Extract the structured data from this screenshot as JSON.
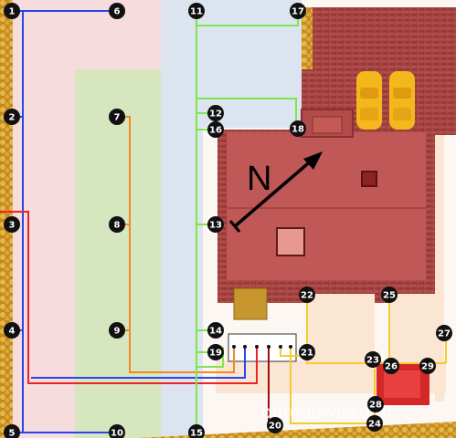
{
  "north_label": "N",
  "watermark": "ogrodowisko.pl",
  "nodes": [
    {
      "id": "1",
      "label": "1"
    },
    {
      "id": "2",
      "label": "2"
    },
    {
      "id": "3",
      "label": "3"
    },
    {
      "id": "4",
      "label": "4"
    },
    {
      "id": "5",
      "label": "5"
    },
    {
      "id": "6",
      "label": "6"
    },
    {
      "id": "7",
      "label": "7"
    },
    {
      "id": "8",
      "label": "8"
    },
    {
      "id": "9",
      "label": "9"
    },
    {
      "id": "10",
      "label": "10"
    },
    {
      "id": "11",
      "label": "11"
    },
    {
      "id": "12",
      "label": "12"
    },
    {
      "id": "13",
      "label": "13"
    },
    {
      "id": "14",
      "label": "14"
    },
    {
      "id": "15",
      "label": "15"
    },
    {
      "id": "16",
      "label": "16"
    },
    {
      "id": "17",
      "label": "17"
    },
    {
      "id": "18",
      "label": "18"
    },
    {
      "id": "19",
      "label": "19"
    },
    {
      "id": "20",
      "label": "20"
    },
    {
      "id": "21",
      "label": "21"
    },
    {
      "id": "22",
      "label": "22"
    },
    {
      "id": "23",
      "label": "23"
    },
    {
      "id": "24",
      "label": "24"
    },
    {
      "id": "25",
      "label": "25"
    },
    {
      "id": "26",
      "label": "26"
    },
    {
      "id": "27",
      "label": "27"
    },
    {
      "id": "28",
      "label": "28"
    },
    {
      "id": "29",
      "label": "29"
    }
  ],
  "colors": {
    "blue_line": "#2b44ee",
    "red_line": "#ee2222",
    "orange_line": "#f08a24",
    "green_line": "#7ee64a",
    "yellow_line": "#f4cc2e",
    "darkred_line": "#9a1010",
    "roof": "#c05858",
    "brick": "#9c3c3a",
    "gravel": "#d4a032",
    "pink_zone": "#f6dcdc",
    "green_zone": "#d6e6bf",
    "path_zone": "#dce4f0",
    "terrace": "#fbe6d4",
    "car": "#f2b81c",
    "node": "#111111"
  }
}
